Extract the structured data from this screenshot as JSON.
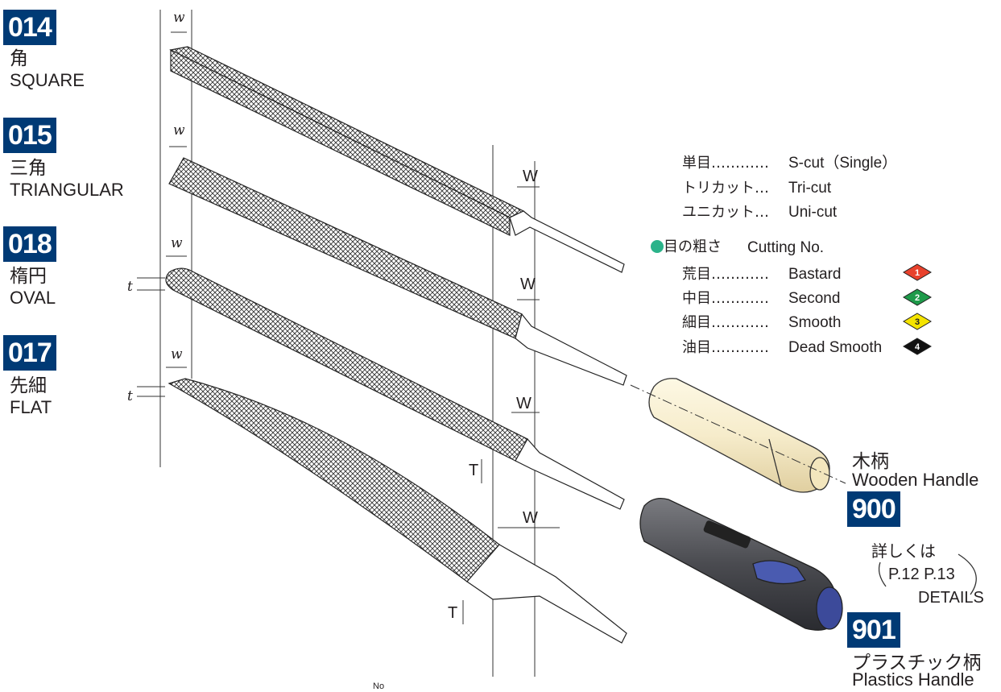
{
  "items": [
    {
      "code": "014",
      "jp": "角",
      "en": "SQUARE"
    },
    {
      "code": "015",
      "jp": "三角",
      "en": "TRIANGULAR"
    },
    {
      "code": "018",
      "jp": "楕円",
      "en": "OVAL"
    },
    {
      "code": "017",
      "jp": "先細",
      "en": "FLAT"
    }
  ],
  "cut_types": [
    {
      "jp": "単目…………",
      "en": "S-cut（Single）"
    },
    {
      "jp": "トリカット…",
      "en": "Tri-cut"
    },
    {
      "jp": "ユニカット…",
      "en": "Uni-cut"
    }
  ],
  "cutting_title": {
    "jp": "目の粗さ",
    "en": "Cutting No."
  },
  "cutting": [
    {
      "jp": "荒目…………",
      "en": "Bastard",
      "badge": "1",
      "color": "#e8412c"
    },
    {
      "jp": "中目…………",
      "en": "Second",
      "badge": "2",
      "color": "#1e9a4a"
    },
    {
      "jp": "細目…………",
      "en": "Smooth",
      "badge": "3",
      "color": "#f5e400"
    },
    {
      "jp": "油目…………",
      "en": "Dead Smooth",
      "badge": "4",
      "color": "#111111"
    }
  ],
  "handles": {
    "wooden": {
      "jp": "木柄",
      "en": "Wooden Handle",
      "code": "900"
    },
    "plastic": {
      "jp": "プラスチック柄",
      "en": "Plastics Handle",
      "code": "901"
    }
  },
  "details": {
    "jp": "詳しくは",
    "pages": "P.12 P.13",
    "en": "DETAILS"
  },
  "dims": {
    "w": "w",
    "t": "t",
    "W": "W",
    "T": "T"
  },
  "footer": "No"
}
